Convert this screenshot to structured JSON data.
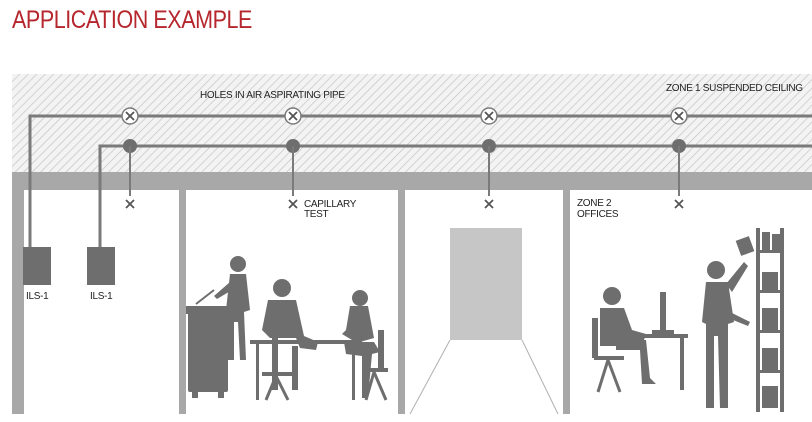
{
  "title": "APPLICATION EXAMPLE",
  "labels": {
    "holes": "HOLES IN AIR ASPIRATING PIPE",
    "zone1": "ZONE 1  SUSPENDED CEILING",
    "capillary_line1": "CAPILLARY",
    "capillary_line2": "TEST",
    "zone2_line1": "ZONE 2",
    "zone2_line2": "OFFICES",
    "detector1": "ILS-1",
    "detector2": "ILS-1"
  },
  "colors": {
    "accent": "#b5262d",
    "pipe": "#7a7a7a",
    "structure": "#a8a8a8",
    "silhouette": "#6e6e6e",
    "hatch": "#c8c8c8",
    "door": "#c6c6c6"
  }
}
